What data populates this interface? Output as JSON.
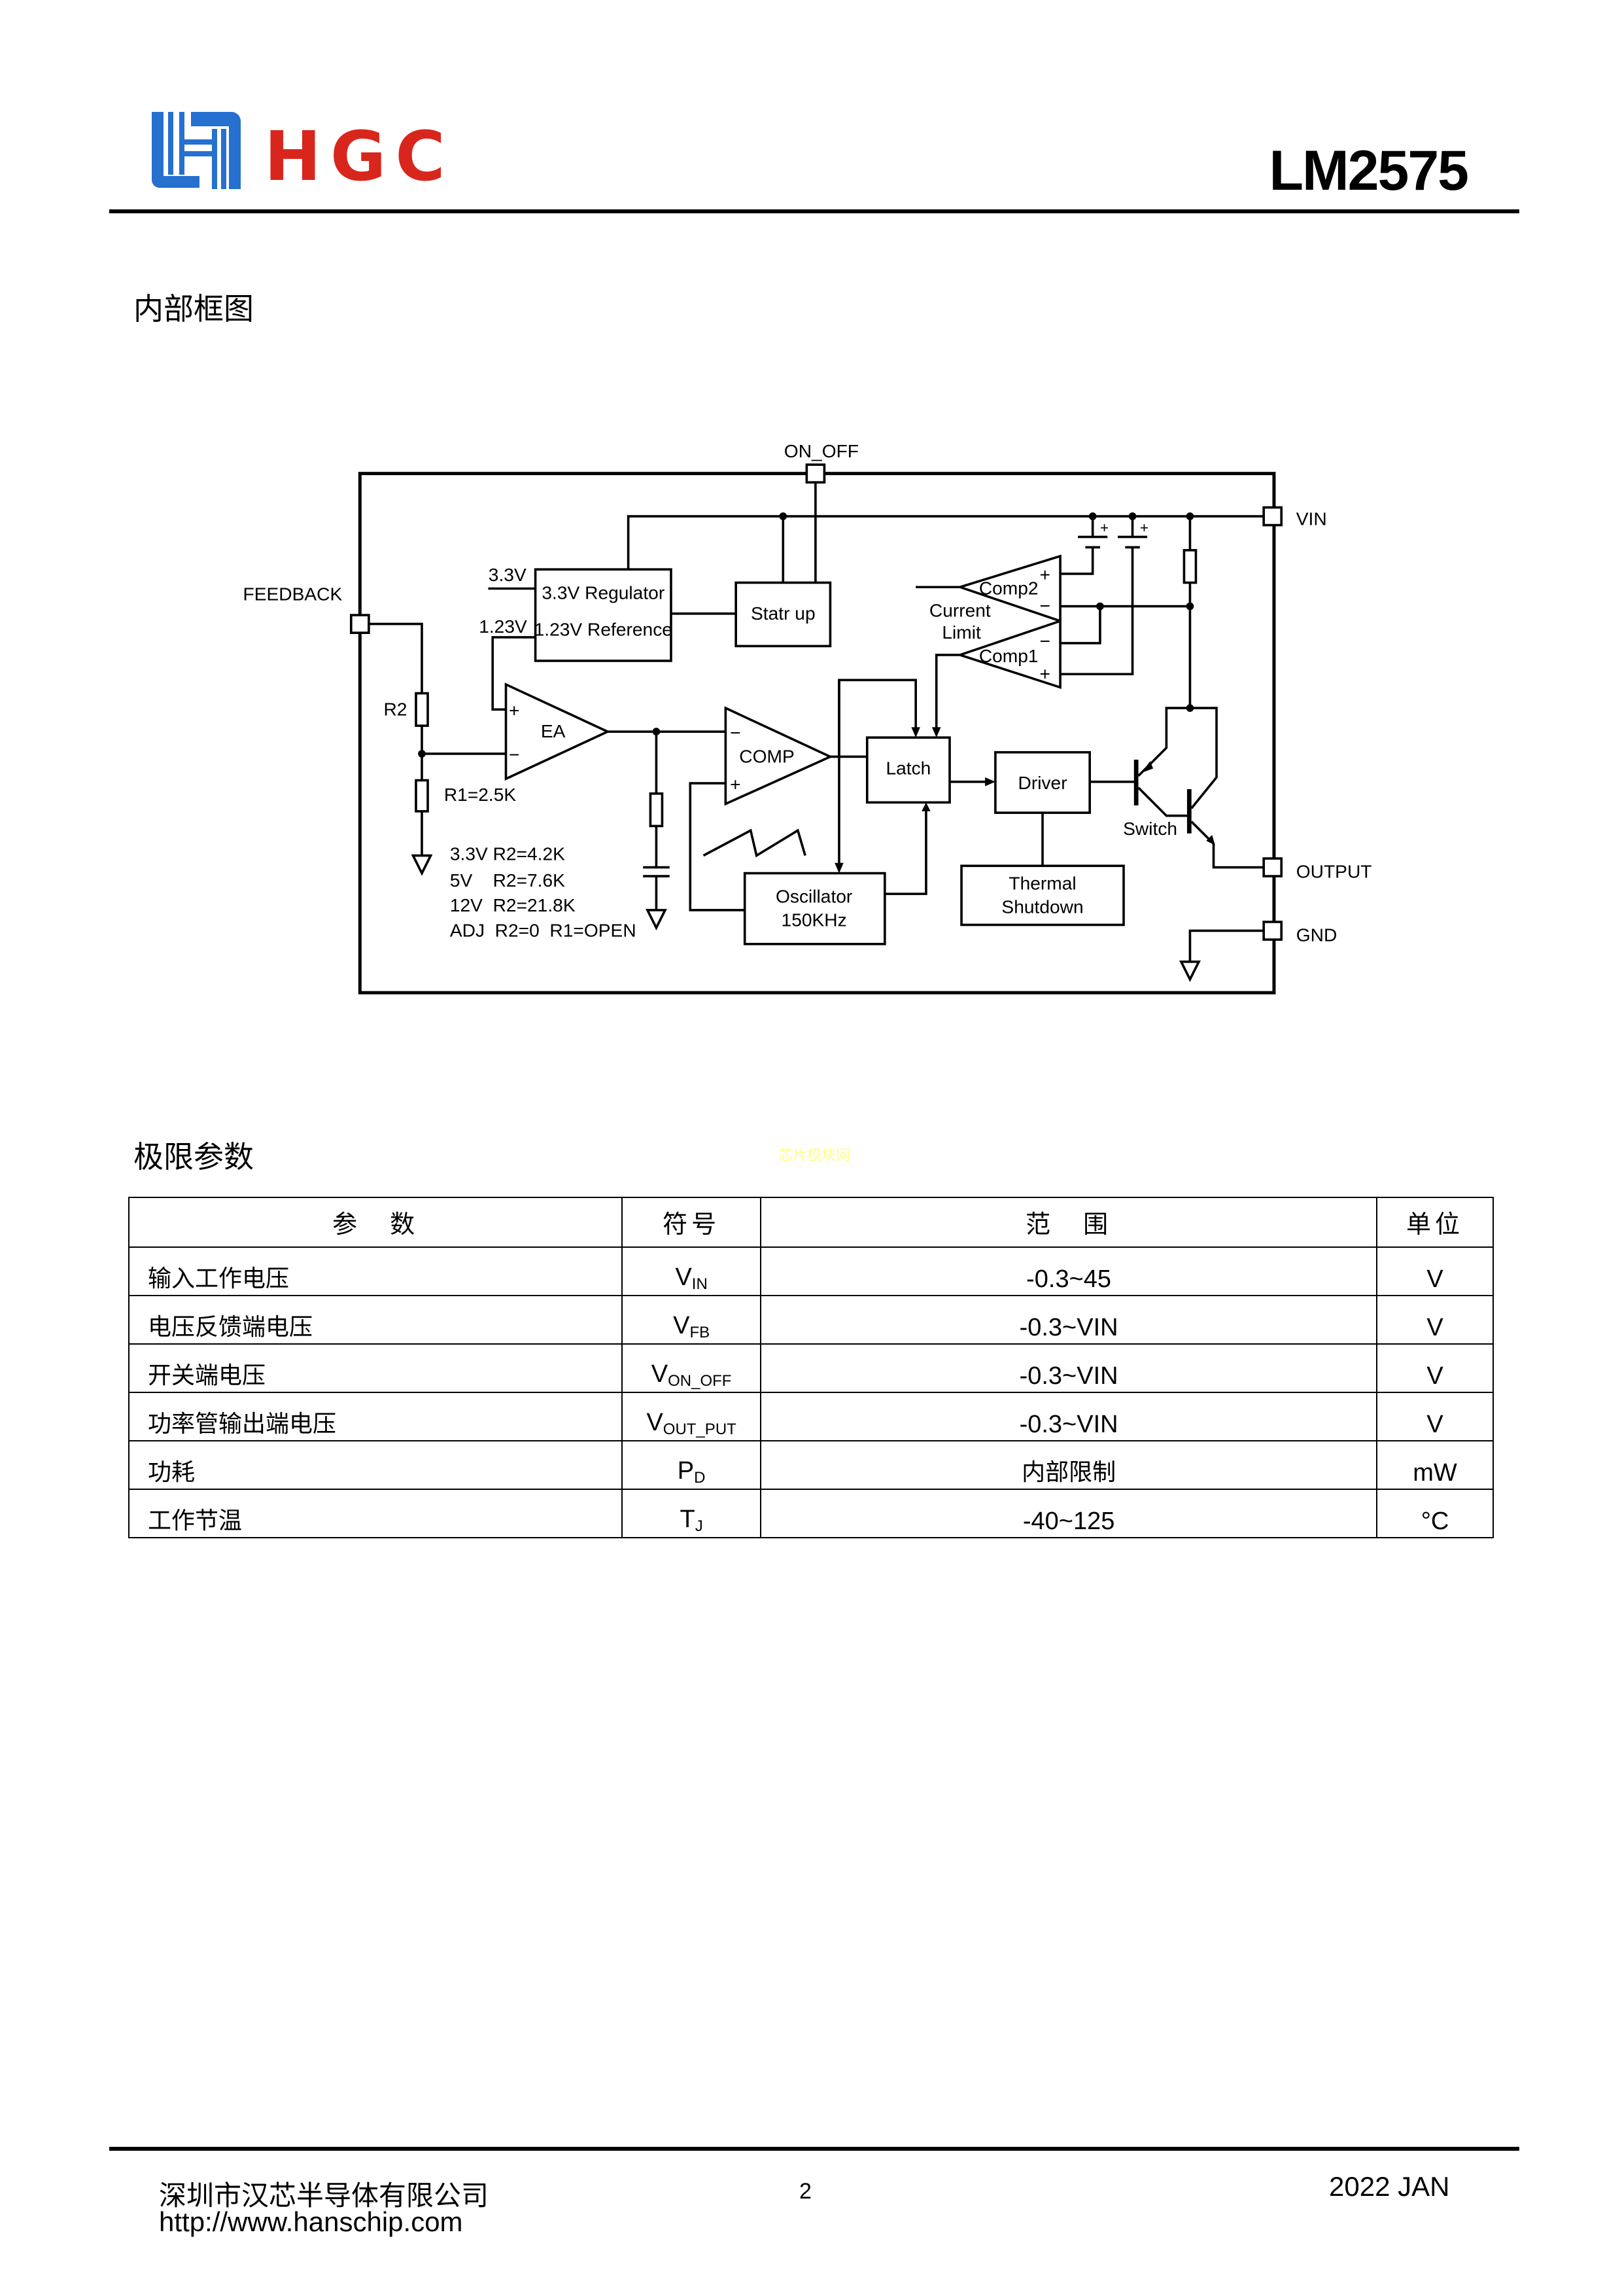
{
  "header": {
    "brand": "HGC",
    "part_number": "LM2575",
    "colors": {
      "logo_blue": "#2670d0",
      "brand_red": "#d9261c"
    }
  },
  "sections": {
    "block_diagram_title": "内部框图",
    "abs_max_title": "极限参数"
  },
  "watermark": "芯片模块网",
  "diagram": {
    "pins": {
      "on_off": "ON_OFF",
      "vin": "VIN",
      "feedback": "FEEDBACK",
      "output": "OUTPUT",
      "gnd": "GND"
    },
    "blocks": {
      "regulator": "3.3V Regulator",
      "reference": "1.23V Reference",
      "startup": "Statr up",
      "ea": "EA",
      "comp": "COMP",
      "latch": "Latch",
      "driver": "Driver",
      "oscillator": "Oscillator",
      "oscillator_freq": "150KHz",
      "thermal_1": "Thermal",
      "thermal_2": "Shutdown",
      "comp1": "Comp1",
      "comp2": "Comp2",
      "current_limit_1": "Current",
      "current_limit_2": "Limit",
      "switch": "Switch"
    },
    "labels": {
      "v33": "3.3V",
      "v123": "1.23V",
      "r2": "R2",
      "r1": "R1=2.5K",
      "plus": "+",
      "minus": "−"
    },
    "notes": [
      "3.3V R2=4.2K",
      "5V    R2=7.6K",
      "12V  R2=21.8K",
      "ADJ  R2=0  R1=OPEN"
    ]
  },
  "table": {
    "headers": [
      "参　数",
      "符号",
      "范　围",
      "单位"
    ],
    "rows": [
      {
        "param": "输入工作电压",
        "sym": "V",
        "sub": "IN",
        "range": "-0.3~45",
        "unit": "V"
      },
      {
        "param": "电压反馈端电压",
        "sym": "V",
        "sub": "FB",
        "range": "-0.3~VIN",
        "unit": "V"
      },
      {
        "param": "开关端电压",
        "sym": "V",
        "sub": "ON_OFF",
        "range": "-0.3~VIN",
        "unit": "V"
      },
      {
        "param": "功率管输出端电压",
        "sym": "V",
        "sub": "OUT_PUT",
        "range": "-0.3~VIN",
        "unit": "V"
      },
      {
        "param": "功耗",
        "sym": "P",
        "sub": "D",
        "range": "内部限制",
        "unit": "mW"
      },
      {
        "param": "工作节温",
        "sym": "T",
        "sub": "J",
        "range": "-40~125",
        "unit": "°C"
      }
    ]
  },
  "footer": {
    "company": "深圳市汉芯半导体有限公司",
    "website": "http://www.hanschip.com",
    "page_number": "2",
    "date": "2022 JAN"
  }
}
